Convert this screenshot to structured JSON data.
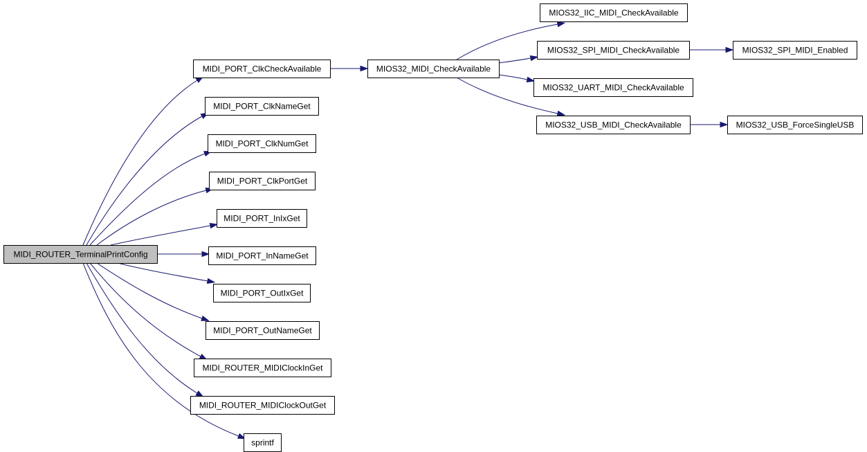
{
  "graph": {
    "colors": {
      "edge": "#191970",
      "node_border": "#000000",
      "node_fill": "#ffffff",
      "root_fill": "#bfbfbf"
    },
    "nodes": [
      {
        "id": "root",
        "label": "MIDI_ROUTER_TerminalPrintConfig"
      },
      {
        "id": "n_clkcheck",
        "label": "MIDI_PORT_ClkCheckAvailable"
      },
      {
        "id": "n_clkname",
        "label": "MIDI_PORT_ClkNameGet"
      },
      {
        "id": "n_clknum",
        "label": "MIDI_PORT_ClkNumGet"
      },
      {
        "id": "n_clkport",
        "label": "MIDI_PORT_ClkPortGet"
      },
      {
        "id": "n_inix",
        "label": "MIDI_PORT_InIxGet"
      },
      {
        "id": "n_inname",
        "label": "MIDI_PORT_InNameGet"
      },
      {
        "id": "n_outix",
        "label": "MIDI_PORT_OutIxGet"
      },
      {
        "id": "n_outname",
        "label": "MIDI_PORT_OutNameGet"
      },
      {
        "id": "n_clockin",
        "label": "MIDI_ROUTER_MIDIClockInGet"
      },
      {
        "id": "n_clockout",
        "label": "MIDI_ROUTER_MIDIClockOutGet"
      },
      {
        "id": "n_sprintf",
        "label": "sprintf"
      },
      {
        "id": "n_mios_check",
        "label": "MIOS32_MIDI_CheckAvailable"
      },
      {
        "id": "n_iic",
        "label": "MIOS32_IIC_MIDI_CheckAvailable"
      },
      {
        "id": "n_spi",
        "label": "MIOS32_SPI_MIDI_CheckAvailable"
      },
      {
        "id": "n_uart",
        "label": "MIOS32_UART_MIDI_CheckAvailable"
      },
      {
        "id": "n_usb",
        "label": "MIOS32_USB_MIDI_CheckAvailable"
      },
      {
        "id": "n_spi_en",
        "label": "MIOS32_SPI_MIDI_Enabled"
      },
      {
        "id": "n_usb_single",
        "label": "MIOS32_USB_ForceSingleUSB"
      }
    ],
    "edges": [
      {
        "from": "root",
        "to": "n_clkcheck"
      },
      {
        "from": "root",
        "to": "n_clkname"
      },
      {
        "from": "root",
        "to": "n_clknum"
      },
      {
        "from": "root",
        "to": "n_clkport"
      },
      {
        "from": "root",
        "to": "n_inix"
      },
      {
        "from": "root",
        "to": "n_inname"
      },
      {
        "from": "root",
        "to": "n_outix"
      },
      {
        "from": "root",
        "to": "n_outname"
      },
      {
        "from": "root",
        "to": "n_clockin"
      },
      {
        "from": "root",
        "to": "n_clockout"
      },
      {
        "from": "root",
        "to": "n_sprintf"
      },
      {
        "from": "n_clkcheck",
        "to": "n_mios_check"
      },
      {
        "from": "n_mios_check",
        "to": "n_iic"
      },
      {
        "from": "n_mios_check",
        "to": "n_spi"
      },
      {
        "from": "n_mios_check",
        "to": "n_uart"
      },
      {
        "from": "n_mios_check",
        "to": "n_usb"
      },
      {
        "from": "n_spi",
        "to": "n_spi_en"
      },
      {
        "from": "n_usb",
        "to": "n_usb_single"
      }
    ]
  }
}
